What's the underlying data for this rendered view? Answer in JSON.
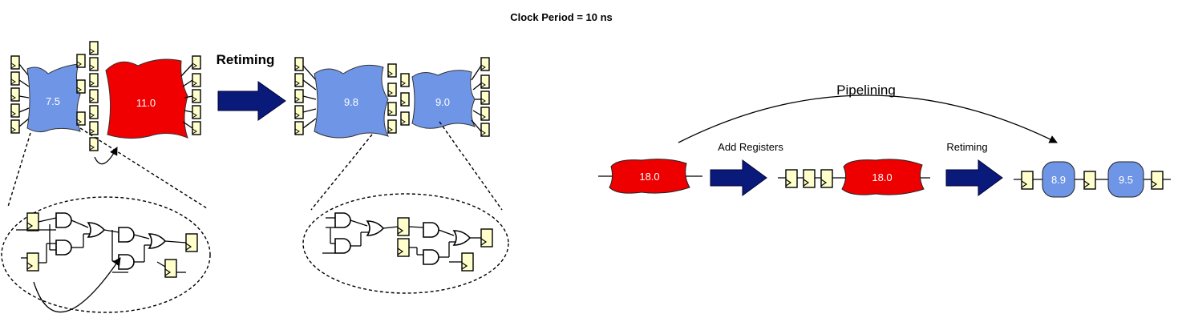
{
  "header": {
    "clock_period": "Clock Period = 10 ns"
  },
  "retiming_section": {
    "arrow_label": "Retiming",
    "before": {
      "left_block": "7.5",
      "right_block": "11.0"
    },
    "after": {
      "left_block": "9.8",
      "right_block": "9.0"
    }
  },
  "pipelining_section": {
    "title": "Pipelining",
    "step1_label": "Add Registers",
    "step2_label": "Retiming",
    "original_block": "18.0",
    "registered_block": "18.0",
    "result_left_block": "8.9",
    "result_right_block": "9.5"
  },
  "colors": {
    "blue_block": "#6f95e6",
    "red_block": "#f00000",
    "register_fill": "#ffffcc",
    "arrow_fill": "#0a1a7a"
  }
}
